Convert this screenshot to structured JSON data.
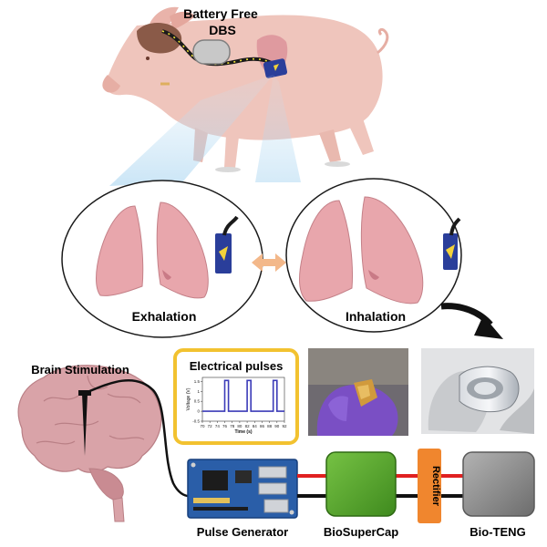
{
  "top": {
    "title_line1": "Battery Free",
    "title_line2": "DBS"
  },
  "breathing": {
    "exhalation_label": "Exhalation",
    "inhalation_label": "Inhalation"
  },
  "system": {
    "brain_label": "Brain Stimulation",
    "pulses_title": "Electrical pulses",
    "pulses_ylabel": "Voltage (V)",
    "pulses_xlabel": "Time (s)",
    "pulse_generator_label": "Pulse Generator",
    "supercap_label": "BioSuperCap",
    "rectifier_label": "Rectifier",
    "teng_label": "Bio-TENG"
  },
  "chart_data": {
    "type": "line",
    "title": "Electrical pulses",
    "xlabel": "Time (s)",
    "ylabel": "Voltage (V)",
    "x_ticks": [
      "70",
      "72",
      "74",
      "76",
      "78",
      "80",
      "82",
      "84",
      "86",
      "88",
      "90",
      "92"
    ],
    "y_ticks": [
      "-0.5",
      "0",
      "0.5",
      "1",
      "1.5"
    ],
    "xlim": [
      70,
      92
    ],
    "ylim": [
      -0.5,
      1.7
    ],
    "series": [
      {
        "values": [
          [
            70,
            0
          ],
          [
            76,
            0
          ],
          [
            76,
            1.55
          ],
          [
            77,
            1.55
          ],
          [
            77,
            0
          ],
          [
            82,
            0
          ],
          [
            82,
            1.55
          ],
          [
            83,
            1.55
          ],
          [
            83,
            0
          ],
          [
            89,
            0
          ],
          [
            89,
            1.55
          ],
          [
            90,
            1.55
          ],
          [
            90,
            0
          ],
          [
            92,
            0
          ]
        ]
      }
    ],
    "colors": {
      "pulse": "#3b3bb8"
    }
  },
  "colors": {
    "pig": "#efc5bc",
    "lung": "#e8a6ac",
    "brain": "#d9a3a8",
    "board": "#2a5ea8",
    "supercap": "#58a82e",
    "rectifier": "#f0862e",
    "teng": "#8c8c8c",
    "chart_frame": "#f2c230",
    "arrow": "#f3b88a"
  }
}
